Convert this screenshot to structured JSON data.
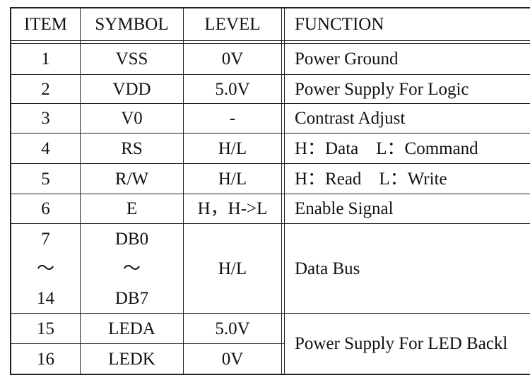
{
  "headers": {
    "item": "ITEM",
    "symbol": "SYMBOL",
    "level": "LEVEL",
    "function": "FUNCTION"
  },
  "rows": [
    {
      "item": "1",
      "symbol": "VSS",
      "level": "0V",
      "function": "Power Ground"
    },
    {
      "item": "2",
      "symbol": "VDD",
      "level": "5.0V",
      "function": "Power Supply For Logic"
    },
    {
      "item": "3",
      "symbol": "V0",
      "level": "-",
      "function": "Contrast Adjust"
    },
    {
      "item": "4",
      "symbol": "RS",
      "level": "H/L",
      "function": "H：Data    L：Command"
    },
    {
      "item": "5",
      "symbol": "R/W",
      "level": "H/L",
      "function": "H：Read    L：Write"
    },
    {
      "item": "6",
      "symbol": "E",
      "level": "H，H->L",
      "function": "Enable Signal"
    }
  ],
  "data_bus": {
    "item_start": "7",
    "item_range": "～",
    "item_end": "14",
    "symbol_start": "DB0",
    "symbol_range": "～",
    "symbol_end": "DB7",
    "level": "H/L",
    "function": "Data Bus"
  },
  "backlight": {
    "rows": [
      {
        "item": "15",
        "symbol": "LEDA",
        "level": "5.0V"
      },
      {
        "item": "16",
        "symbol": "LEDK",
        "level": "0V"
      }
    ],
    "function": "Power Supply For LED Backl"
  }
}
